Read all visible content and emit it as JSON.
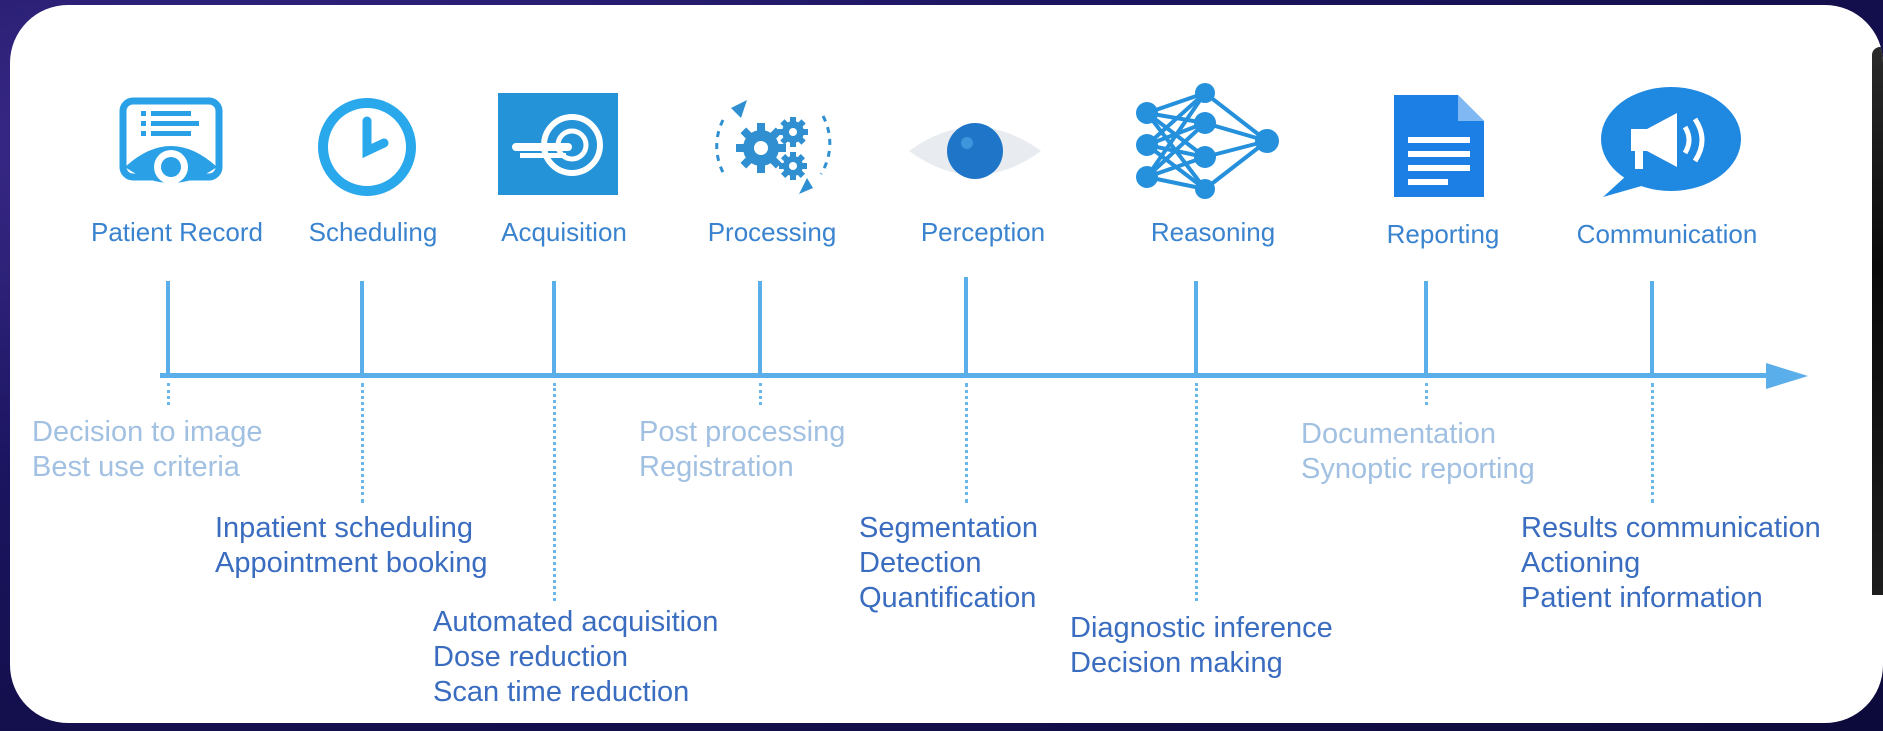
{
  "stages": [
    {
      "label": "Patient Record",
      "icon": "patient-record-icon"
    },
    {
      "label": "Scheduling",
      "icon": "clock-icon"
    },
    {
      "label": "Acquisition",
      "icon": "scanner-icon"
    },
    {
      "label": "Processing",
      "icon": "gears-icon"
    },
    {
      "label": "Perception",
      "icon": "eye-icon"
    },
    {
      "label": "Reasoning",
      "icon": "neural-network-icon"
    },
    {
      "label": "Reporting",
      "icon": "document-icon"
    },
    {
      "label": "Communication",
      "icon": "megaphone-icon"
    }
  ],
  "details": [
    {
      "lines": [
        "Decision to image",
        "Best use criteria"
      ],
      "tone": "light"
    },
    {
      "lines": [
        "Inpatient scheduling",
        "Appointment booking"
      ],
      "tone": "dark"
    },
    {
      "lines": [
        "Automated acquisition",
        "Dose reduction",
        "Scan time reduction"
      ],
      "tone": "dark"
    },
    {
      "lines": [
        "Post processing",
        "Registration"
      ],
      "tone": "light"
    },
    {
      "lines": [
        "Segmentation",
        "Detection",
        "Quantification"
      ],
      "tone": "dark"
    },
    {
      "lines": [
        "Diagnostic inference",
        "Decision making"
      ],
      "tone": "dark"
    },
    {
      "lines": [
        "Documentation",
        "Synoptic reporting"
      ],
      "tone": "light"
    },
    {
      "lines": [
        "Results communication",
        "Actioning",
        "Patient information"
      ],
      "tone": "dark"
    }
  ],
  "colors": {
    "primary": "#2196f3",
    "light_text": "#a2c1e2",
    "dark_text": "#3a6cc0",
    "axis": "#5aaee9"
  }
}
